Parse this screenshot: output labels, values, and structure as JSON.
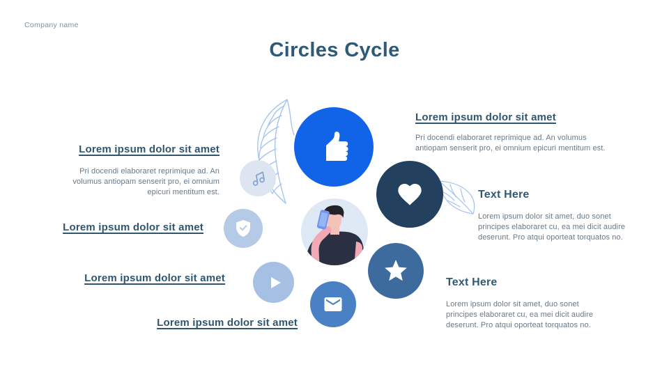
{
  "slide": {
    "company_name": "Company name",
    "title": "Circles Cycle"
  },
  "left_items": [
    {
      "heading": "Lorem ipsum dolor sit amet",
      "body": "Pri docendi elaboraret reprimique ad. An volumus antiopam senserit pro, ei omnium epicuri mentitum est."
    },
    {
      "heading": "Lorem ipsum dolor sit amet"
    },
    {
      "heading": "Lorem ipsum dolor sit amet"
    },
    {
      "heading": "Lorem ipsum dolor sit amet"
    }
  ],
  "right_items": [
    {
      "heading": "Lorem ipsum dolor sit amet",
      "body": "Pri docendi elaboraret reprimique ad. An volumus antiopam senserit pro, ei omnium epicuri mentitum est."
    },
    {
      "heading": "Text Here",
      "body": "Lorem ipsum dolor sit amet, duo sonet principes elaboraret cu, ea mei dicit audire deserunt. Pro atqui oporteat torquatos no."
    },
    {
      "heading": "Text Here",
      "body": "Lorem ipsum dolor sit amet, duo sonet principes elaboraret cu, ea mei dicit audire deserunt. Pro atqui oporteat torquatos no."
    }
  ],
  "icons": {
    "thumb": "thumbs-up-icon",
    "heart": "heart-icon",
    "star": "star-icon",
    "mail": "mail-icon",
    "play": "play-icon",
    "shield": "shield-check-icon",
    "music": "music-note-icon",
    "person": "person-on-phone-illustration",
    "leaves": "leaf-decoration"
  },
  "palette": {
    "title_text": "#2d5a78",
    "heading_link_text": "#2f5670",
    "body_text": "#67798a",
    "company_text": "#7d92a4",
    "circle_primary_blue": "#1164e7",
    "circle_navy": "#24405f",
    "circle_steel_blue": "#3e6b9d",
    "circle_medium_blue": "#4a80c4",
    "circle_light_blue": "#a6c0e3",
    "circle_pale_blue": "#b5cae6",
    "circle_faint_blue": "#dde5f0",
    "person_circle_bg": "#dfe9f5",
    "leaf_stroke": "#a3c0f0"
  }
}
